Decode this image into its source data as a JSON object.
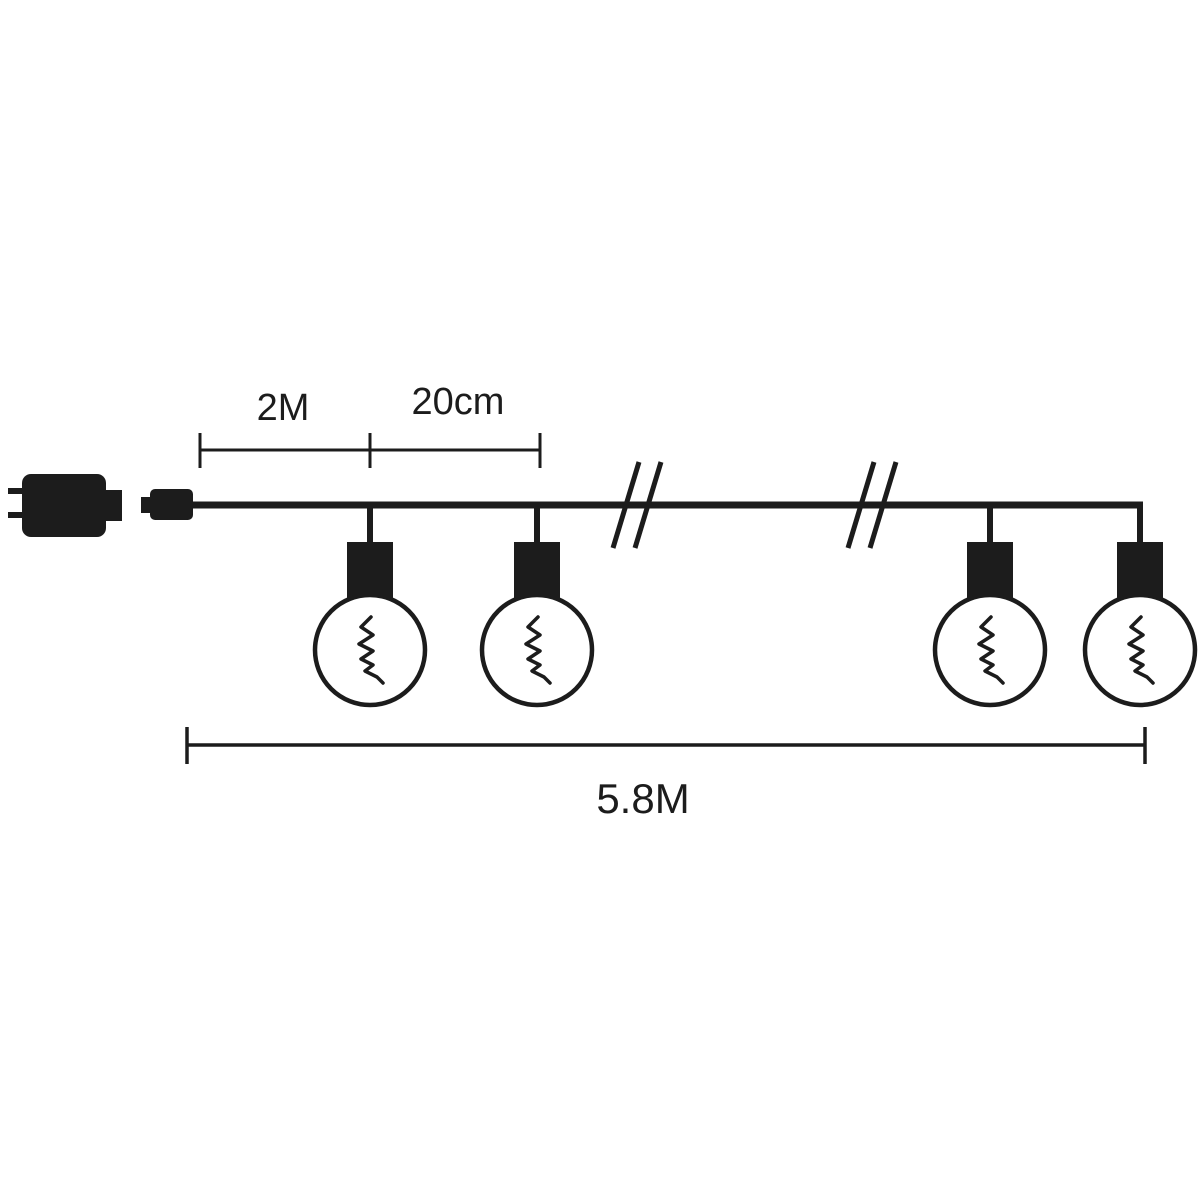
{
  "diagram": {
    "type": "dimension-diagram",
    "subject": "string-lights-with-globe-bulbs",
    "background_color": "#ffffff",
    "ink_color": "#1c1c1c",
    "labels": {
      "lead_length": "2M",
      "bulb_spacing": "20cm",
      "total_length": "5.8M"
    },
    "bulbs_visible": 4,
    "break_marks_visible": 2
  }
}
